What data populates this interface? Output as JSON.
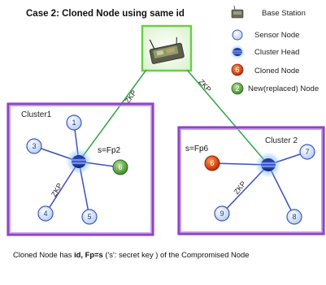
{
  "title": "Case 2:  Cloned Node using same id",
  "legend": {
    "base_station": "Base Station",
    "sensor_node": "Sensor Node",
    "cluster_head": "Cluster Head",
    "cloned_node": "Cloned Node",
    "cloned_node_number": "6",
    "new_node": "New(replaced) Node",
    "new_node_number": "2"
  },
  "cluster1": {
    "label": "Cluster1",
    "key_label": "s=Fp2",
    "zkp_label": "ZKP",
    "nodes": [
      "1",
      "3",
      "6",
      "4",
      "5"
    ]
  },
  "cluster2": {
    "label": "Cluster 2",
    "key_label": "s=Fp6",
    "zkp_label": "ZKP",
    "nodes": [
      "6",
      "7",
      "9",
      "8"
    ]
  },
  "links": {
    "left_zkp": "ZKP",
    "right_zkp": "ZKP"
  },
  "footer": {
    "prefix": "Cloned Node has ",
    "bold": "id, Fp=s",
    "suffix": " ('s': secret key ) of the Compromised Node"
  },
  "colors": {
    "cluster_border": "#8e44c8",
    "link_green": "#3aa84a",
    "link_blue": "#3a4fc4",
    "sensor_fill": "#d9e6f7",
    "cloned_fill": "#e05a1a",
    "new_fill": "#6aa84f"
  }
}
